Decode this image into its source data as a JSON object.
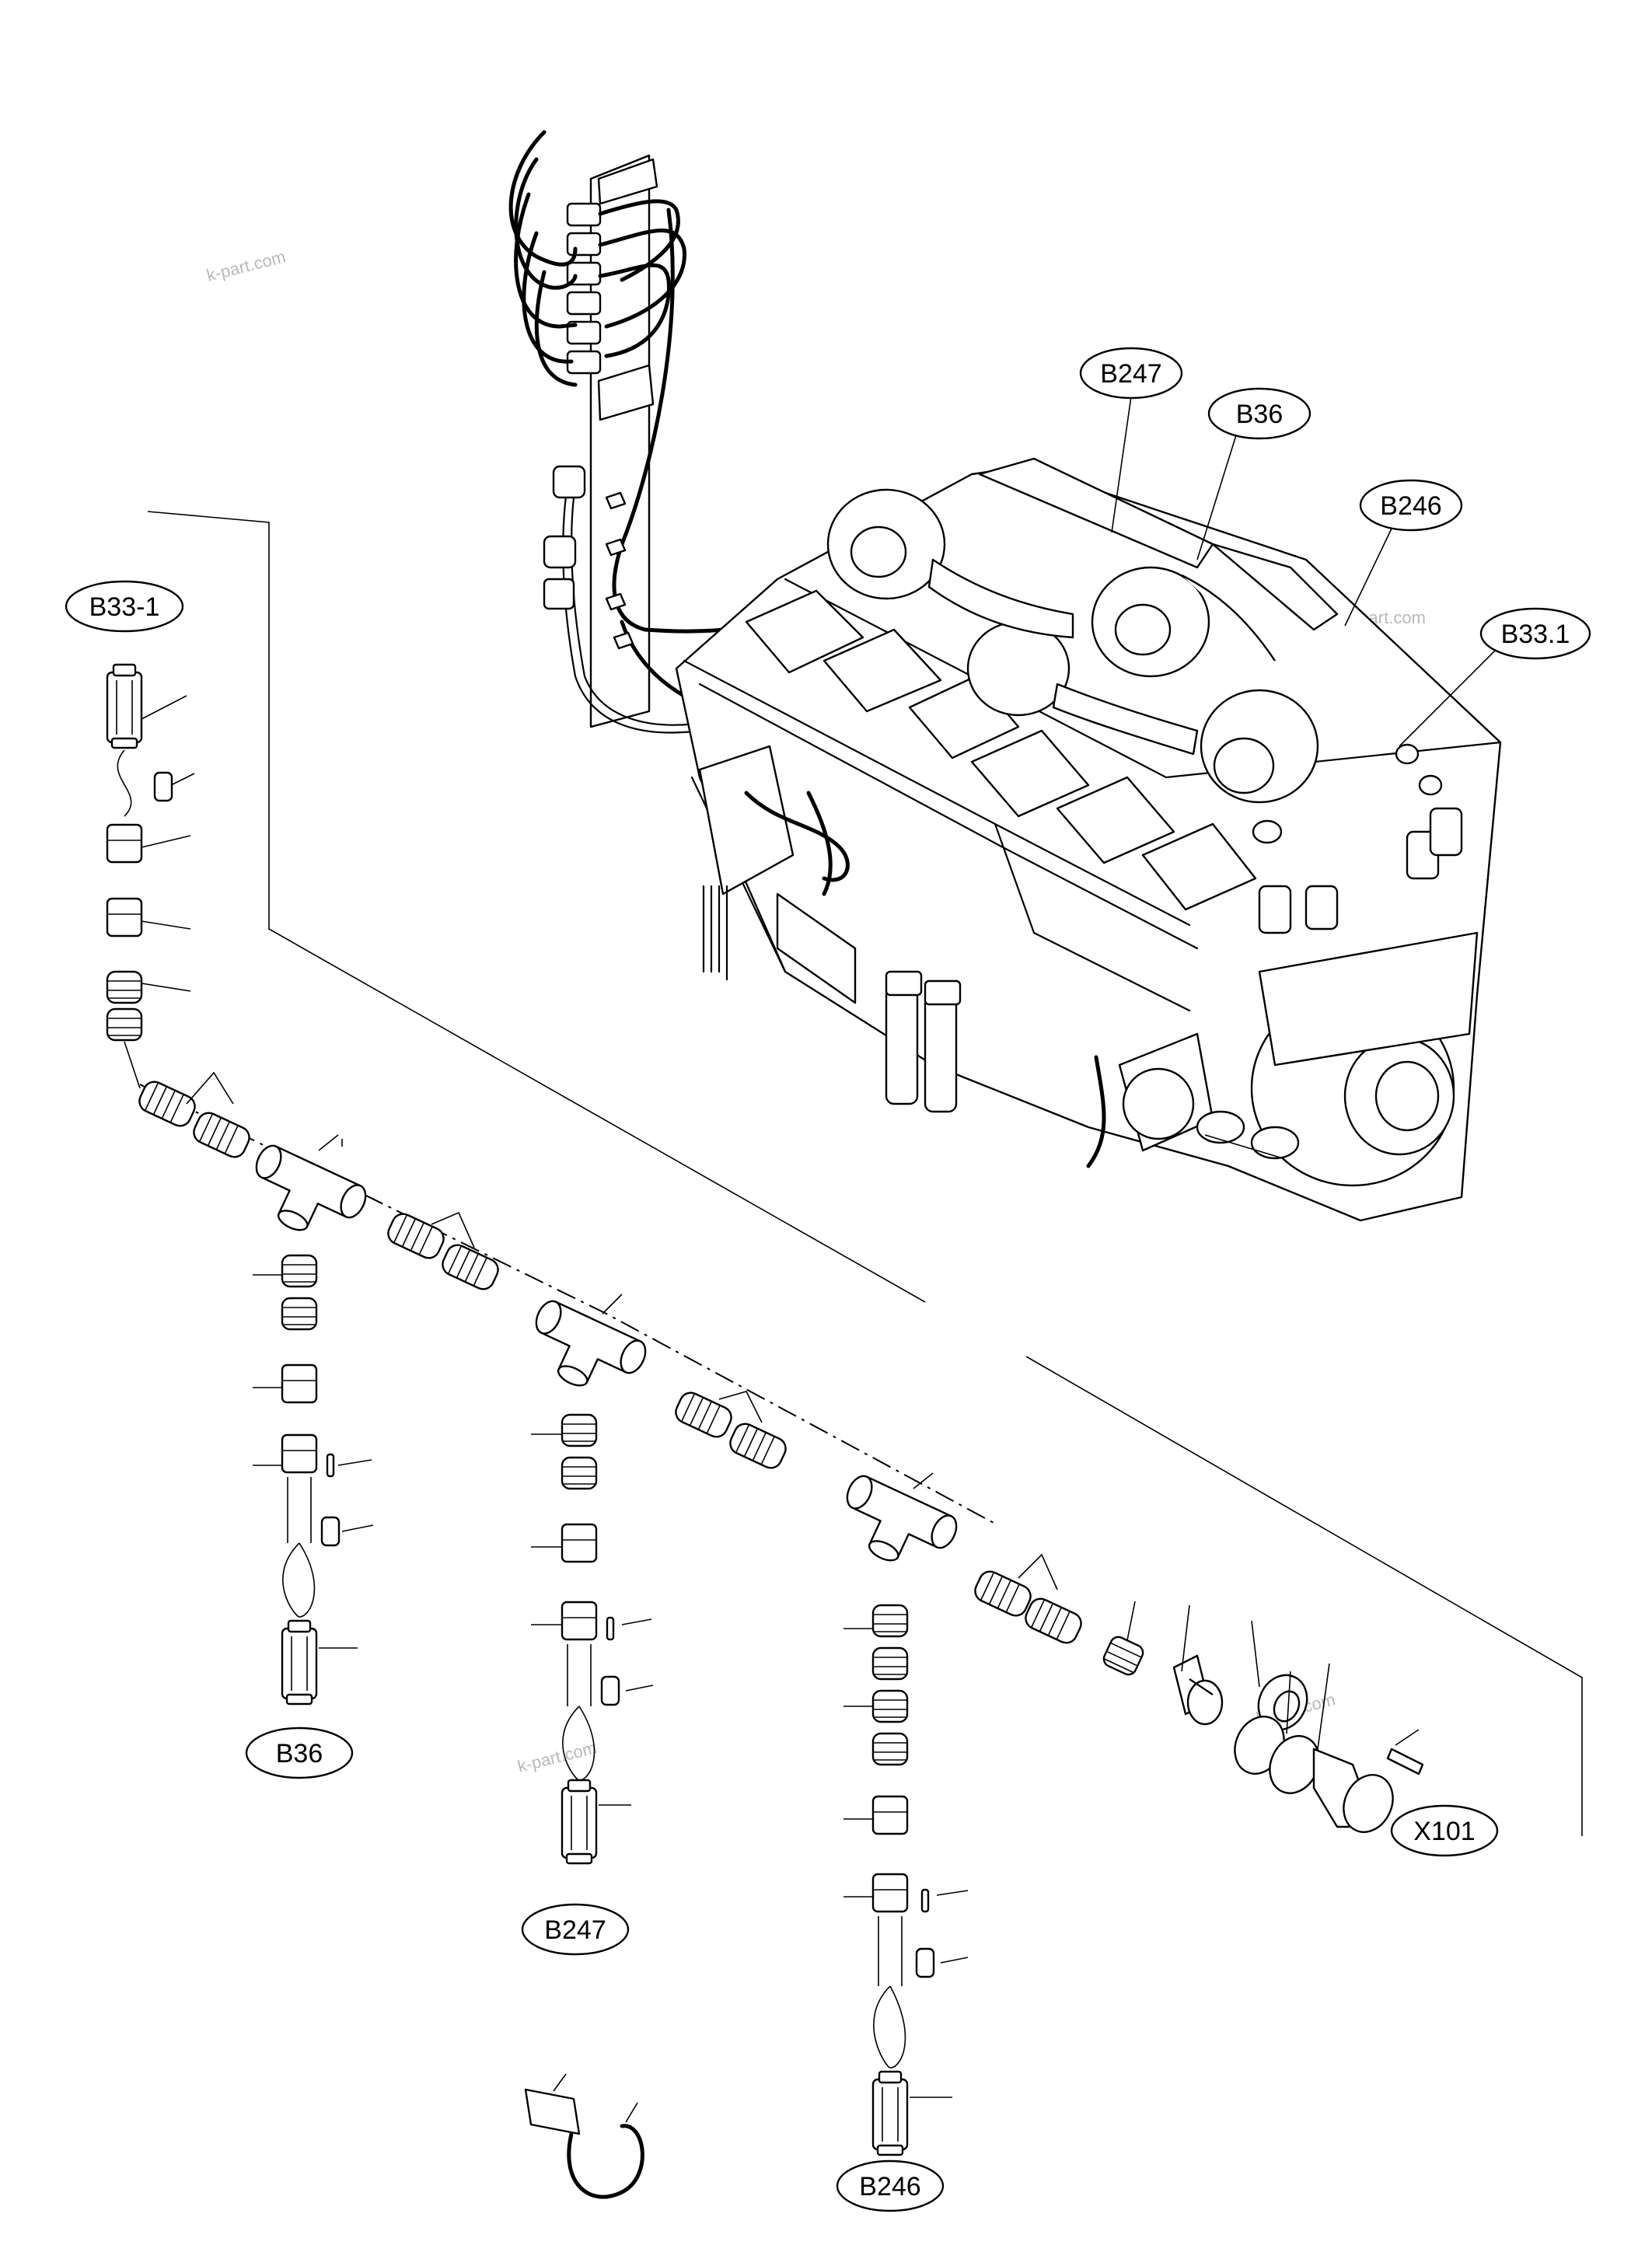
{
  "labels": {
    "b247_top": "B247",
    "b36_top": "B36",
    "b246_top": "B246",
    "b33_1_right": "B33.1",
    "b33_1_left": "B33-1",
    "b36_bottom": "B36",
    "b247_bottom": "B247",
    "b246_bottom": "B246",
    "x101": "X101"
  },
  "watermarks": [
    "k-part.com",
    "k-part.com",
    "k-part.com",
    "k-part.com"
  ],
  "colors": {
    "line": "#000000",
    "background": "#ffffff",
    "watermark": "#b9b9b9"
  }
}
